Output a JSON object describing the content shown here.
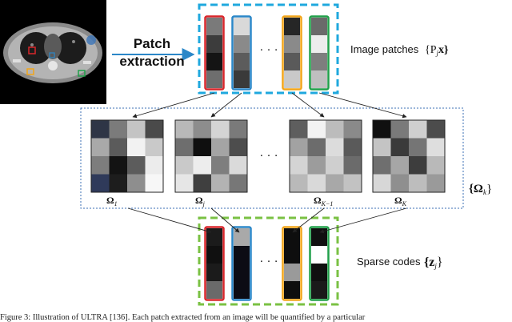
{
  "labels": {
    "patch_line1": "Patch",
    "patch_line2": "extraction",
    "image_patches": "Image patches",
    "image_patches_math": "{P",
    "image_patches_sub": "j",
    "image_patches_tail": "x}",
    "omega_set_open": "{Ω",
    "omega_set_sub": "k",
    "omega_set_close": "}",
    "sparse_codes": "Sparse codes",
    "sparse_math_open": "{z",
    "sparse_math_sub": "j",
    "sparse_math_close": "}",
    "ellipsis": "· · ·"
  },
  "dictionaries": [
    {
      "symbol": "Ω",
      "sub": "1"
    },
    {
      "symbol": "Ω",
      "sub": "j"
    },
    {
      "symbol": "Ω",
      "sub": "K−1"
    },
    {
      "symbol": "Ω",
      "sub": "K"
    }
  ],
  "caption": "Figure 3: Illustration of ULTRA [136]. Each patch extracted from an image will be quantified by a particular",
  "colors": {
    "cyan": "#1fa8de",
    "green": "#7ac143",
    "red": "#d9262b",
    "blue": "#2b87c8",
    "orange": "#f2a51a",
    "darkgreen": "#21a04a",
    "dotted_box": "#3b6fb6"
  },
  "patches": [
    {
      "color_key": "red",
      "shades": [
        "#7a7a7a",
        "#3c3c3c",
        "#141414",
        "#6e6e6e"
      ]
    },
    {
      "color_key": "blue",
      "shades": [
        "#d9d9d9",
        "#8a8a8a",
        "#5c5c5c",
        "#3a3a3a"
      ]
    },
    {
      "color_key": "orange",
      "shades": [
        "#262626",
        "#8a8a8a",
        "#5a5a5a",
        "#c9c9c9"
      ]
    },
    {
      "color_key": "darkgreen",
      "shades": [
        "#6a6a6a",
        "#ededed",
        "#7e7e7e",
        "#bfbfbf"
      ]
    }
  ],
  "codes": [
    {
      "color_key": "red",
      "shades": [
        "#1b1b1b",
        "#101010",
        "#1b1b1b",
        "#6a6a6a"
      ]
    },
    {
      "color_key": "blue",
      "shades": [
        "#a9a9a9",
        "#0c0c14",
        "#0c0c14",
        "#0c0c14"
      ]
    },
    {
      "color_key": "orange",
      "shades": [
        "#0e0e0e",
        "#0e0e0e",
        "#9a9a9a",
        "#0e0e0e"
      ]
    },
    {
      "color_key": "darkgreen",
      "shades": [
        "#101010",
        "#ffffff",
        "#101010",
        "#1a1a1a"
      ]
    }
  ],
  "matrices": [
    [
      "#2e3546",
      "#7b7b7b",
      "#c4c4c4",
      "#4a4a4a",
      "#a9a9a9",
      "#5b5b5b",
      "#f2f2f2",
      "#c9c9c9",
      "#7d7d7d",
      "#131313",
      "#5c5c5c",
      "#ececec",
      "#2f3a5a",
      "#1d1d1d",
      "#8e8e8e",
      "#f7f7f7"
    ],
    [
      "#b8b8b8",
      "#8d8d8d",
      "#d4d4d4",
      "#7a7a7a",
      "#6e6e6e",
      "#0f0f0f",
      "#a4a4a4",
      "#4d4d4d",
      "#c9c9c9",
      "#ededed",
      "#7e7e7e",
      "#dadada",
      "#e6e6e6",
      "#3f3f3f",
      "#b3b3b3",
      "#777777"
    ],
    [
      "#5e5e5e",
      "#f3f3f3",
      "#bcbcbc",
      "#8a8a8a",
      "#a2a2a2",
      "#6c6c6c",
      "#dcdcdc",
      "#5a5a5a",
      "#d4d4d4",
      "#9c9c9c",
      "#cfcfcf",
      "#6b6b6b",
      "#b9b9b9",
      "#d9d9d9",
      "#a8a8a8",
      "#c2c2c2"
    ],
    [
      "#101010",
      "#7a7a7a",
      "#cfcfcf",
      "#4c4c4c",
      "#c4c4c4",
      "#3a3a3a",
      "#757575",
      "#dedede",
      "#6f6f6f",
      "#a6a6a6",
      "#3d3d3d",
      "#b9b9b9",
      "#d7d7d7",
      "#8f8f8f",
      "#bdbdbd",
      "#9a9a9a"
    ]
  ]
}
